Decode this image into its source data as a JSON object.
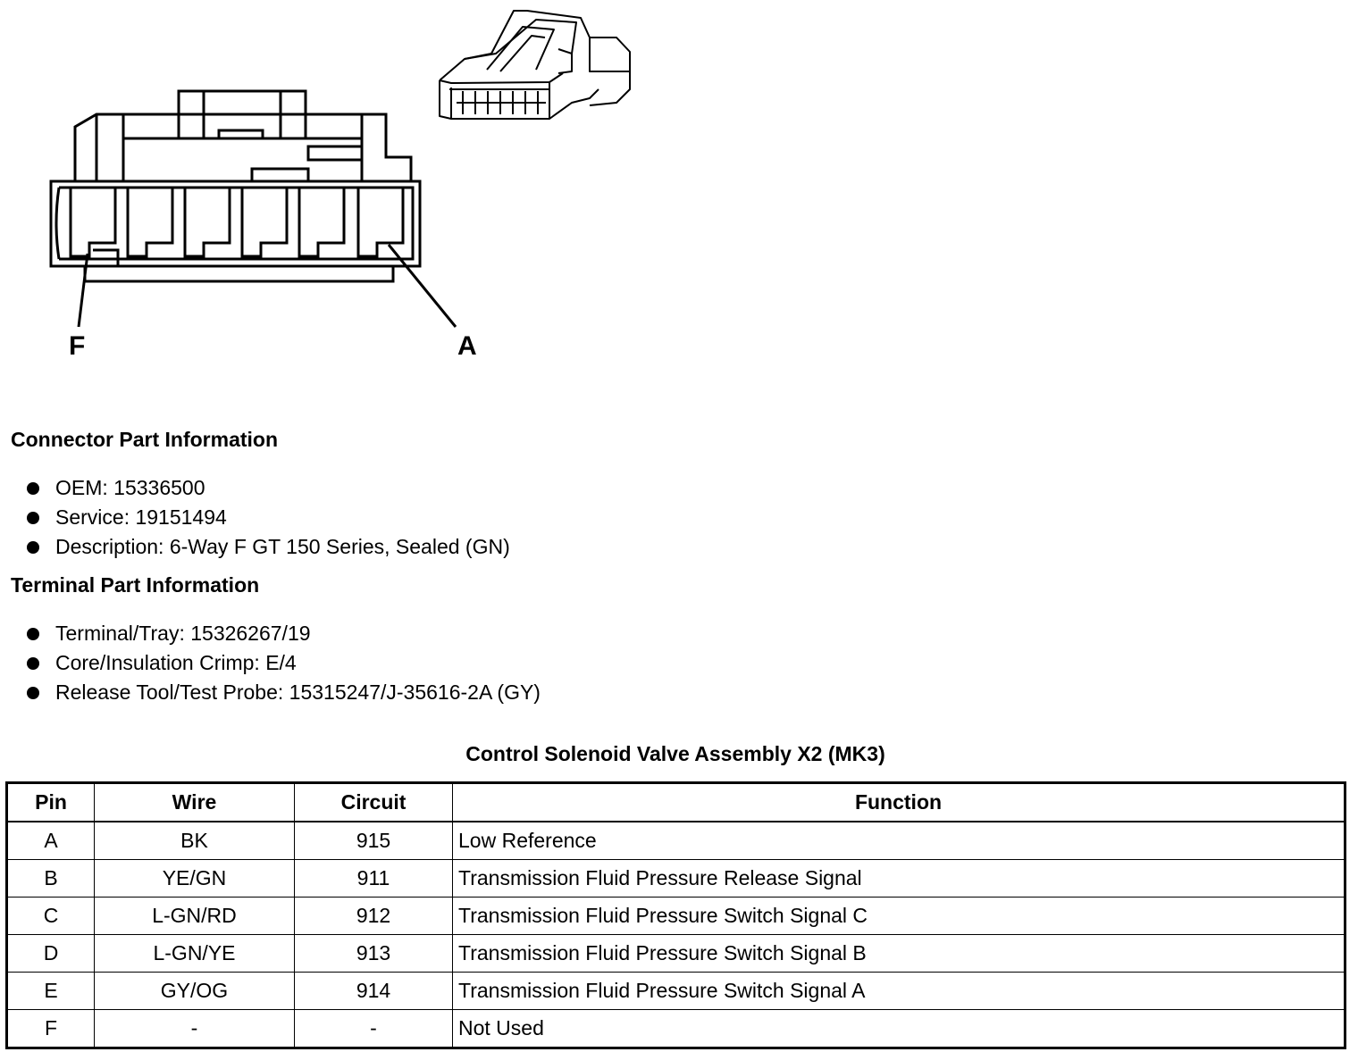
{
  "diagram": {
    "pin_label_left": "F",
    "pin_label_right": "A"
  },
  "connector_info": {
    "title": "Connector Part Information",
    "items": [
      "OEM: 15336500",
      "Service: 19151494",
      "Description: 6-Way F GT 150 Series, Sealed (GN)"
    ]
  },
  "terminal_info": {
    "title": "Terminal Part Information",
    "items": [
      "Terminal/Tray: 15326267/19",
      "Core/Insulation Crimp: E/4",
      "Release Tool/Test Probe: 15315247/J-35616-2A (GY)"
    ]
  },
  "table": {
    "title": "Control Solenoid Valve Assembly X2 (MK3)",
    "headers": [
      "Pin",
      "Wire",
      "Circuit",
      "Function"
    ],
    "rows": [
      [
        "A",
        "BK",
        "915",
        "Low Reference"
      ],
      [
        "B",
        "YE/GN",
        "911",
        "Transmission Fluid Pressure Release Signal"
      ],
      [
        "C",
        "L-GN/RD",
        "912",
        "Transmission Fluid Pressure Switch Signal C"
      ],
      [
        "D",
        "L-GN/YE",
        "913",
        "Transmission Fluid Pressure Switch Signal B"
      ],
      [
        "E",
        "GY/OG",
        "914",
        "Transmission Fluid Pressure Switch Signal A"
      ],
      [
        "F",
        "-",
        "-",
        "Not Used"
      ]
    ]
  }
}
